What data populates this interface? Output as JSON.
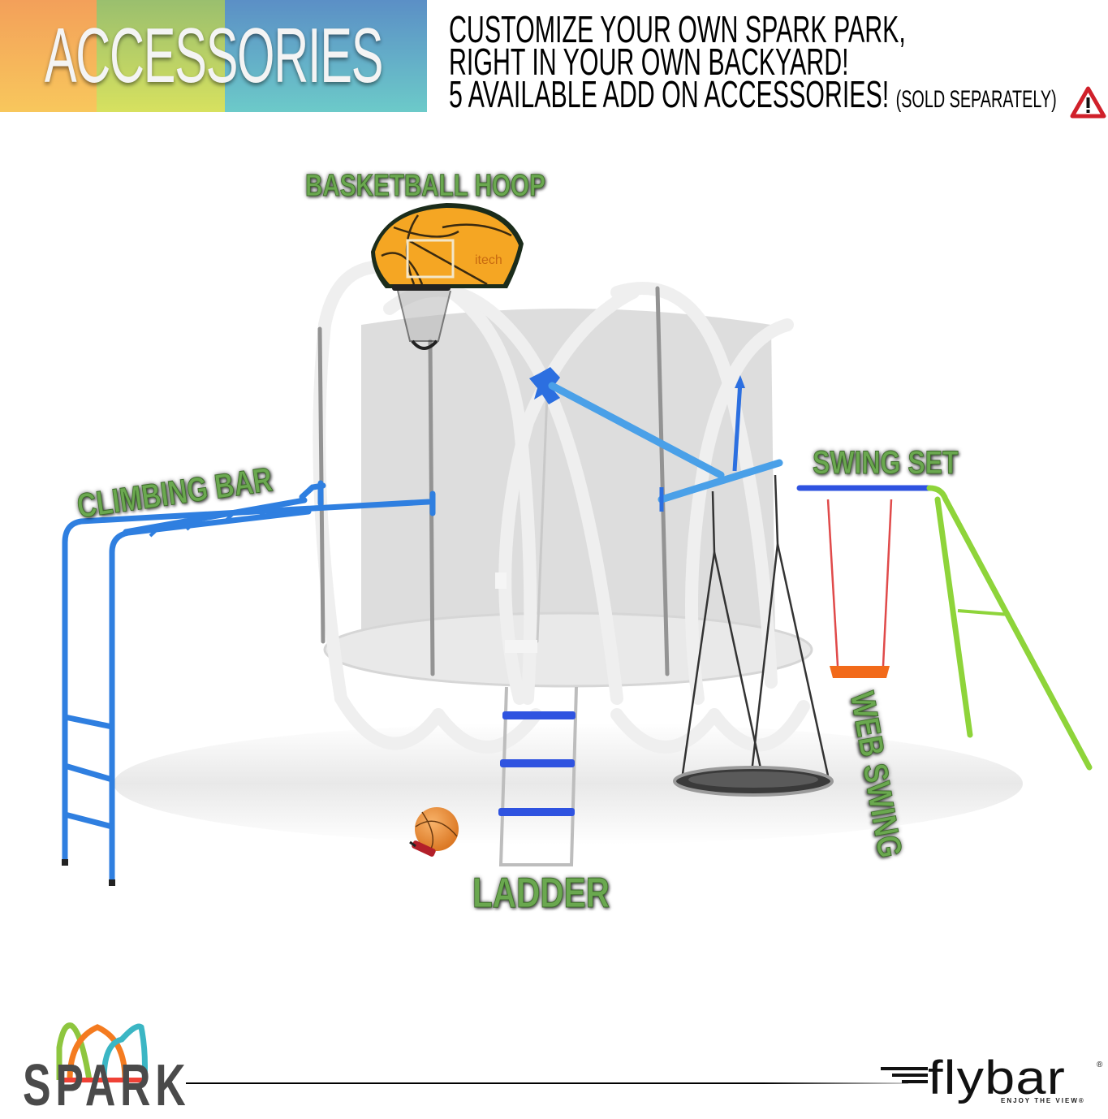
{
  "banner": {
    "title": "ACCESSORIES",
    "colors": [
      "#f3a05a",
      "#9abf6e",
      "#5b8fc6"
    ]
  },
  "headline": {
    "line1": "CUSTOMIZE YOUR OWN SPARK PARK,",
    "line2": "RIGHT IN YOUR OWN BACKYARD!",
    "line3": "5 AVAILABLE ADD ON ACCESSORIES!",
    "note": "(SOLD SEPARATELY)",
    "warning_icon": "warning-triangle-icon"
  },
  "labels": {
    "basketball_hoop": "BASKETBALL HOOP",
    "climbing_bar": "CLIMBING BAR",
    "swing_set": "SWING SET",
    "web_swing": "WEB SWING",
    "ladder": "LADDER"
  },
  "hoop_brand": "itech",
  "colors": {
    "label_green": "#6aa84f",
    "accessory_blue": "#2f7fe0",
    "swing_green": "#8ed43a",
    "hoop_orange": "#f5a623",
    "warning_red": "#d0202a"
  },
  "footer": {
    "brand": "SPARK",
    "partner": "flybar",
    "partner_tagline": "ENJOY THE VIEW®",
    "partner_reg": "®"
  }
}
